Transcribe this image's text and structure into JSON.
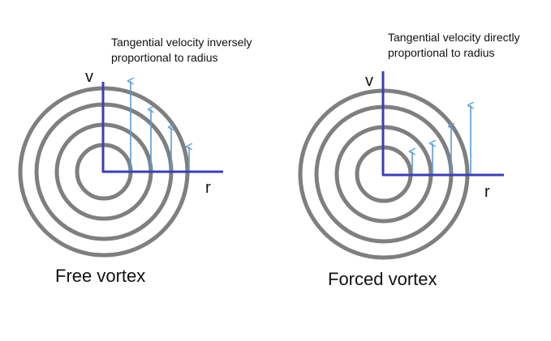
{
  "colors": {
    "ring": "#7f7f7f",
    "axis": "#3f3fb0",
    "arrow": "#5b9bd5",
    "text": "#111111"
  },
  "free_vortex": {
    "note_line1": "Tangential velocity inversely",
    "note_line2": "proportional to radius",
    "axis_v": "v",
    "axis_r": "r",
    "title": "Free vortex",
    "relation": "inverse"
  },
  "forced_vortex": {
    "note_line1": "Tangential velocity directly",
    "note_line2": "proportional to radius",
    "axis_v": "v",
    "axis_r": "r",
    "title": "Forced vortex",
    "relation": "direct"
  },
  "icons": [
    "concentric-rings",
    "velocity-arrow"
  ]
}
